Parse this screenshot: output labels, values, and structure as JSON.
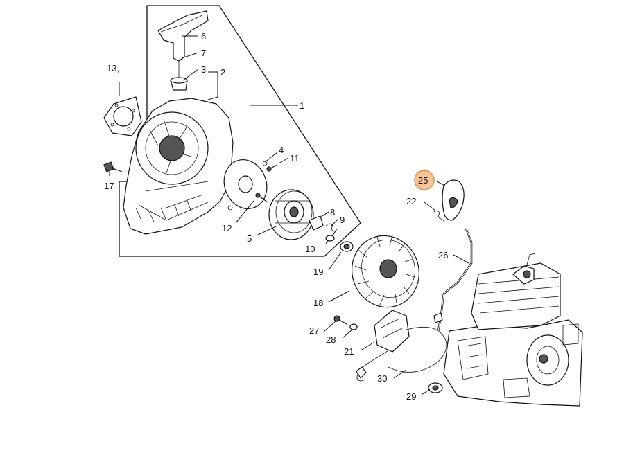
{
  "diagram": {
    "highlight_color": "#f6c69a",
    "highlight_stroke": "#e08a3c",
    "selected_part": "25",
    "labels": {
      "p1": "1",
      "p2": "2",
      "p3": "3",
      "p4": "4",
      "p5": "5",
      "p6": "6",
      "p7": "7",
      "p8": "8",
      "p9": "9",
      "p10": "10",
      "p11": "11",
      "p12": "12",
      "p13": "13,",
      "p17": "17",
      "p18": "18",
      "p19": "19",
      "p21": "21",
      "p22": "22",
      "p25": "25",
      "p26": "26",
      "p27": "27",
      "p28": "28",
      "p29": "29",
      "p30": "30"
    }
  }
}
